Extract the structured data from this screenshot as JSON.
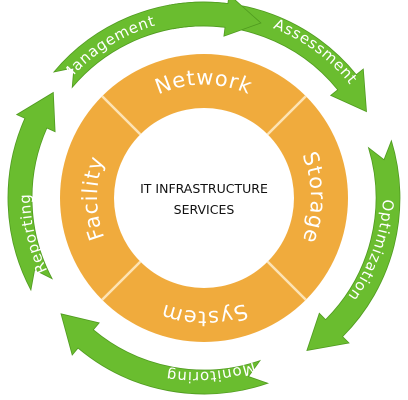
{
  "center": {
    "line1": "IT INFRASTRUCTURE",
    "line2": "SERVICES"
  },
  "inner_segments": [
    {
      "label": "Network"
    },
    {
      "label": "Storage"
    },
    {
      "label": "System"
    },
    {
      "label": "Facility"
    }
  ],
  "outer_cycle": [
    {
      "label": "Assessment"
    },
    {
      "label": "Optimization"
    },
    {
      "label": "Monitoring"
    },
    {
      "label": "Reporting"
    },
    {
      "label": "Management"
    }
  ],
  "colors": {
    "ring_orange": "#f0ab3d",
    "divider": "#fde3b4",
    "arrow_green": "#6abd2f",
    "arrow_green_dark": "#4f9a1f",
    "center_fill": "#ffffff",
    "text_light": "#ffffff",
    "text_dark": "#111111"
  }
}
